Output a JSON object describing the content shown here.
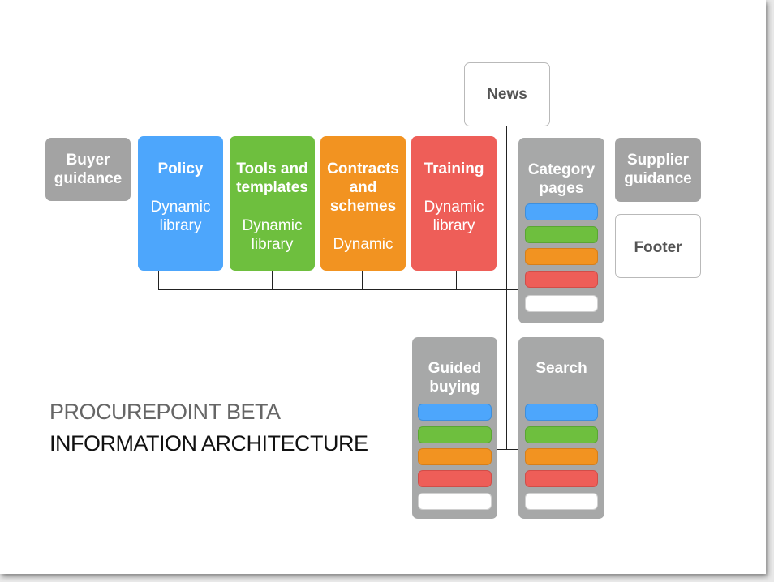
{
  "diagram": {
    "news": "News",
    "buyer_guidance": "Buyer guidance",
    "policy": {
      "title": "Policy",
      "subtitle": "Dynamic library"
    },
    "tools": {
      "title": "Tools and templates",
      "subtitle": "Dynamic library"
    },
    "contracts": {
      "title": "Contracts and schemes",
      "subtitle": "Dynamic"
    },
    "training": {
      "title": "Training",
      "subtitle": "Dynamic library"
    },
    "category_pages": "Category pages",
    "supplier_guidance": "Supplier guidance",
    "footer": "Footer",
    "guided_buying": "Guided buying",
    "search": "Search"
  },
  "caption": {
    "line1": "PROCUREPOINT BETA",
    "line2": "INFORMATION ARCHITECTURE"
  },
  "colors": {
    "blue": "#4da6fc",
    "green": "#6ebf3e",
    "orange": "#f29321",
    "red": "#ee5e58",
    "gray": "#a3a3a3"
  }
}
